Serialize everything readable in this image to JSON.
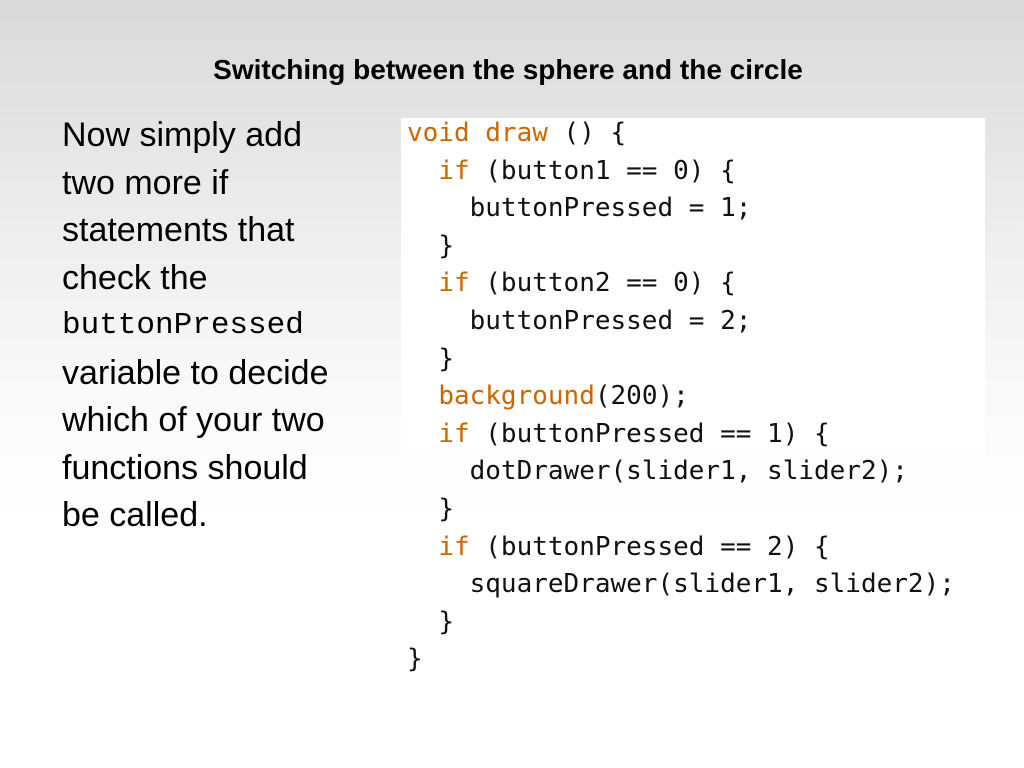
{
  "slide": {
    "title": "Switching between the sphere and the circle",
    "body": {
      "line1": "Now simply add",
      "line2": "two more if",
      "line3": "statements that",
      "line4": "check the",
      "line5_code": "buttonPressed",
      "line6": "variable to decide",
      "line7": "which of your two",
      "line8": "functions should",
      "line9": "be called."
    }
  },
  "code": {
    "keyword_color": "#cc6600",
    "lines": [
      {
        "indent": "",
        "kw": "void draw",
        "rest": " () {"
      },
      {
        "indent": "  ",
        "kw": "if",
        "rest": " (button1 == 0) {"
      },
      {
        "indent": "    ",
        "kw": "",
        "rest": "buttonPressed = 1;"
      },
      {
        "indent": "  ",
        "kw": "",
        "rest": "}"
      },
      {
        "indent": "  ",
        "kw": "if",
        "rest": " (button2 == 0) {"
      },
      {
        "indent": "    ",
        "kw": "",
        "rest": "buttonPressed = 2;"
      },
      {
        "indent": "  ",
        "kw": "",
        "rest": "}"
      },
      {
        "indent": "  ",
        "kw": "background",
        "rest": "(200);"
      },
      {
        "indent": "  ",
        "kw": "if",
        "rest": " (buttonPressed == 1) {"
      },
      {
        "indent": "    ",
        "kw": "",
        "rest": "dotDrawer(slider1, slider2);"
      },
      {
        "indent": "  ",
        "kw": "",
        "rest": "}"
      },
      {
        "indent": "  ",
        "kw": "if",
        "rest": " (buttonPressed == 2) {"
      },
      {
        "indent": "    ",
        "kw": "",
        "rest": "squareDrawer(slider1, slider2);"
      },
      {
        "indent": "  ",
        "kw": "",
        "rest": "}"
      },
      {
        "indent": "",
        "kw": "",
        "rest": "}"
      }
    ]
  }
}
